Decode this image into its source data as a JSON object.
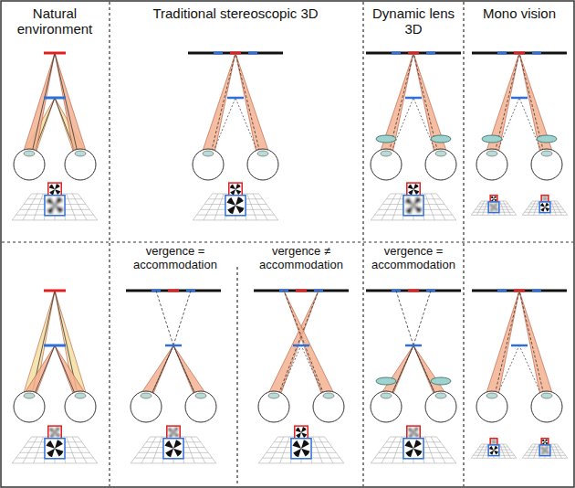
{
  "diagram": {
    "labels": [
      "Natural environment",
      "Traditional stereoscopic 3D",
      "Dynamic lens 3D",
      "Mono vision",
      "vergence = accommodation",
      "vergence ≠ accommodation",
      "vergence = accommodation"
    ]
  }
}
